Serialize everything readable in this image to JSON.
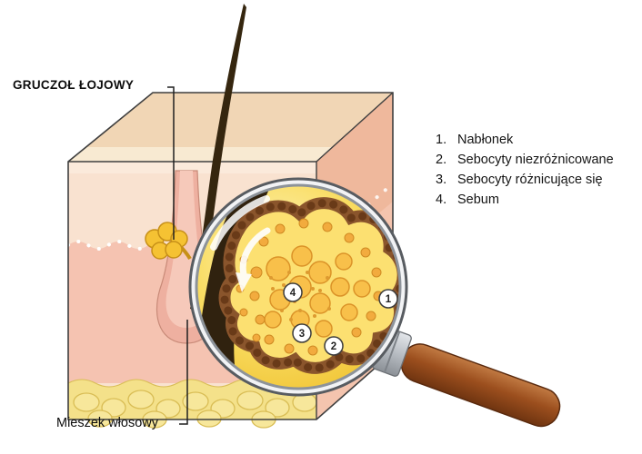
{
  "diagram": {
    "label_sebaceous_gland": "GRUCZOŁ ŁOJOWY",
    "label_hair_follicle": "Mieszek włosowy"
  },
  "legend": {
    "items": [
      {
        "num": "1.",
        "label": "Nabłonek"
      },
      {
        "num": "2.",
        "label": "Sebocyty niezróżnicowane"
      },
      {
        "num": "3.",
        "label": "Sebocyty różnicujące się"
      },
      {
        "num": "4.",
        "label": "Sebum"
      }
    ]
  },
  "markers": {
    "m1": "1",
    "m2": "2",
    "m3": "3",
    "m4": "4"
  },
  "colors": {
    "skin_front": "#f9e2d0",
    "skin_dermis": "#f5c3b1",
    "skin_top": "#f1d6b5",
    "skin_side": "#efb89c",
    "fat_yellow": "#f4e18a",
    "gland_yellow": "#fce071",
    "epithelium_brown": "#693a18",
    "hair_dark": "#35260f",
    "handle_brown": "#9c4f1e",
    "sebocyte_orange": "#f8c04a"
  }
}
